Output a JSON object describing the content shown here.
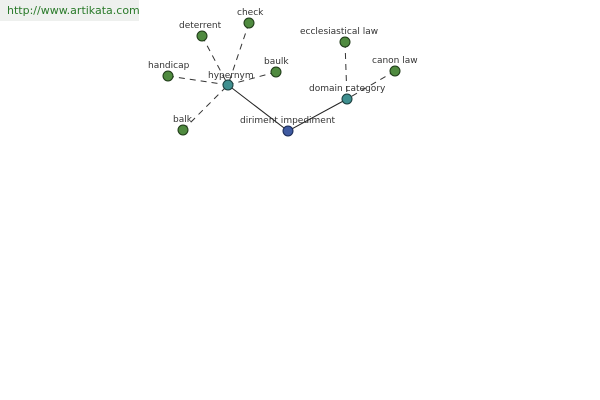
{
  "header": {
    "url": "http://www.artikata.com"
  },
  "colors": {
    "leaf": "#4f8a3f",
    "hub": "#3f8f8f",
    "main": "#3f5aa0"
  },
  "labels": {
    "deterrent": "deterrent",
    "check": "check",
    "ecclesiastical_law": "ecclesiastical law",
    "canon_law": "canon law",
    "handicap": "handicap",
    "hypernym": "hypernym",
    "baulk": "baulk",
    "domain_category": "domain category",
    "balk": "balk",
    "diriment_impediment": "diriment impediment"
  }
}
